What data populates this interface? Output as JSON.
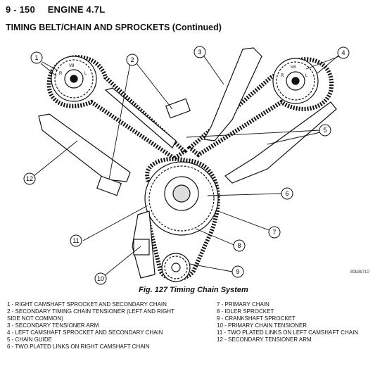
{
  "header": {
    "page": "9 - 150",
    "engine": "ENGINE 4.7L"
  },
  "section_title": "TIMING BELT/CHAIN AND SPROCKETS (Continued)",
  "figure": {
    "caption": "Fig. 127 Timing Chain System",
    "code": "80b3b710"
  },
  "callouts": [
    "1",
    "2",
    "3",
    "4",
    "5",
    "6",
    "7",
    "8",
    "9",
    "10",
    "11",
    "12"
  ],
  "sprocket_marks": {
    "left": [
      "V8",
      "R",
      "L"
    ],
    "right": [
      "V8",
      "R",
      "L"
    ]
  },
  "legend_left": [
    "1 - RIGHT CAMSHAFT SPROCKET AND SECONDARY CHAIN",
    "2 - SECONDARY TIMING CHAIN TENSIONER (LEFT AND RIGHT",
    "SIDE NOT COMMON)",
    "3 - SECONDARY TENSIONER ARM",
    "4 - LEFT CAMSHAFT SPROCKET AND SECONDARY CHAIN",
    "5 - CHAIN GUIDE",
    "6 - TWO PLATED LINKS ON RIGHT CAMSHAFT CHAIN"
  ],
  "legend_right": [
    "7 - PRIMARY CHAIN",
    "8 - IDLER SPROCKET",
    "9 - CRANKSHAFT SPROCKET",
    "10 - PRIMARY CHAIN TENSIONER",
    "11 - TWO PLATED LINKS ON LEFT CAMSHAFT CHAIN",
    "12 - SECONDARY TENSIONER ARM"
  ]
}
